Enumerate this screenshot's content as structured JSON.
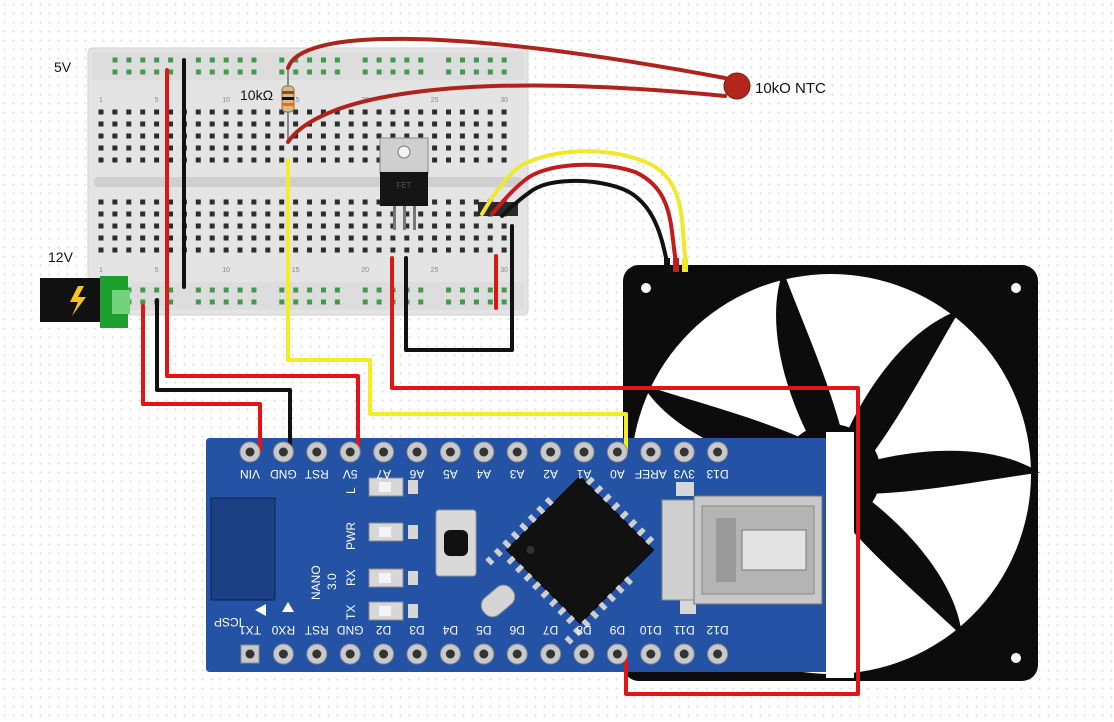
{
  "labels": {
    "v5": "5V",
    "v12": "12V",
    "resistor": "10kΩ",
    "ntc": "10kO NTC",
    "transistor": "FET",
    "board_model": "NANO",
    "board_version": "3.0",
    "led_l": "L",
    "led_pwr": "PWR",
    "led_rx": "RX",
    "led_tx": "TX",
    "icsp": "ICSP"
  },
  "breadboard_numbers": [
    "1",
    "5",
    "10",
    "15",
    "20",
    "25",
    "30"
  ],
  "top_pins": [
    "VIN",
    "GND",
    "RST",
    "5V",
    "A7",
    "A6",
    "A5",
    "A4",
    "A3",
    "A2",
    "A1",
    "A0",
    "AREF",
    "3V3",
    "D13"
  ],
  "bottom_pins": [
    "TX1",
    "RX0",
    "RST",
    "GND",
    "D2",
    "D3",
    "D4",
    "D5",
    "D6",
    "D7",
    "D8",
    "D9",
    "D10",
    "D11",
    "D12"
  ],
  "colors": {
    "wire_red": "#e31414",
    "wire_black": "#111111",
    "wire_yellow": "#f2ee22",
    "wire_dark_red": "#b0231c",
    "board_blue": "#2453a6",
    "breadboard": "#e4e4e4",
    "fan": "#0c0c0c"
  }
}
